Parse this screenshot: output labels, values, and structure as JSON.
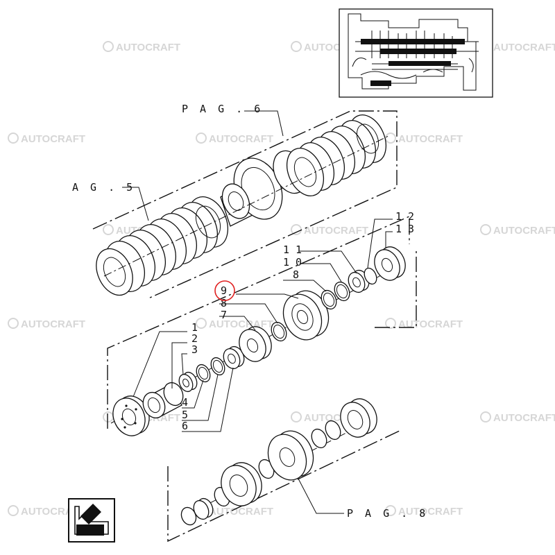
{
  "diagram": {
    "title": "",
    "page_refs": {
      "pag6": "P A G . 6",
      "pag5": "A G . 5",
      "pag8": "P A G . 8"
    },
    "callouts": [
      "1",
      "2",
      "3",
      "4",
      "5",
      "6",
      "7",
      "8",
      "8",
      "9",
      "1 0",
      "1 1",
      "1 2",
      "1 3"
    ],
    "highlighted_callout": "9",
    "highlight_color": "#e02020",
    "watermark": "AUTOCRAFT",
    "watermark_color": "#d6d6d6",
    "nav_icon": "back-arrow-icon"
  }
}
